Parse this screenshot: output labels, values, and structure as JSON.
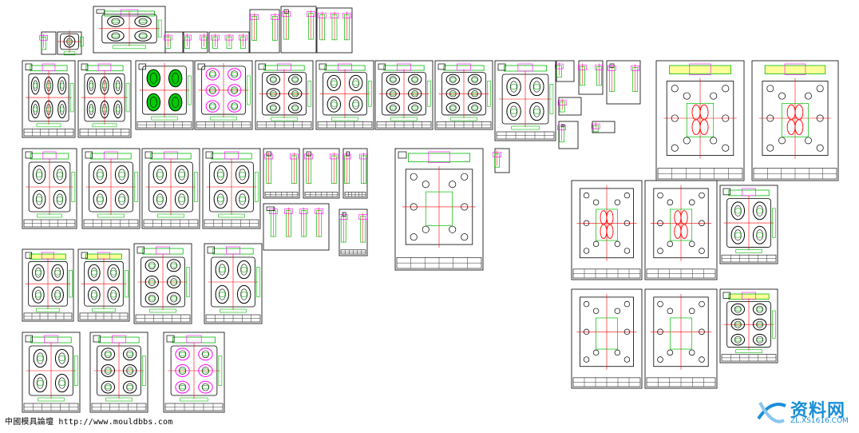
{
  "forum_watermark": "中國模具論壇 http://www.mouldbbs.com",
  "brand_watermark": {
    "name": "资料网",
    "url": "ZL.XS1616.COM",
    "icon": "xs-logo-icon"
  },
  "colors": {
    "frame": "#000000",
    "outline": "#00bb00",
    "centerline": "#ff0000",
    "part": "#000000",
    "highlight": "#ff00ff",
    "fill_green": "#00cc00",
    "plate_yellow": "#ffff99",
    "brand": "#1a8fd8"
  }
}
